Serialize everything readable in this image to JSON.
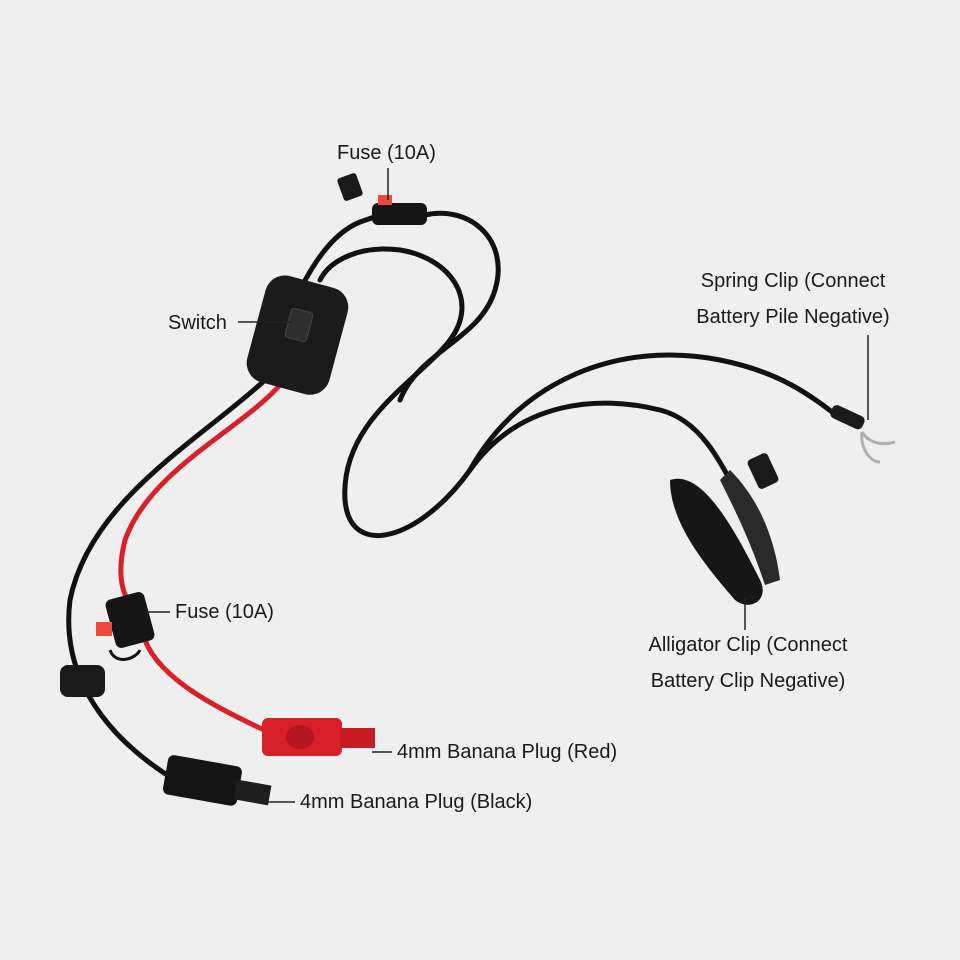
{
  "labels": {
    "fuse_top": "Fuse (10A)",
    "switch": "Switch",
    "spring_clip_line1": "Spring Clip (Connect",
    "spring_clip_line2": "Battery Pile Negative)",
    "fuse_red": "Fuse (10A)",
    "alligator_clip_line1": "Alligator Clip (Connect",
    "alligator_clip_line2": "Battery Clip Negative)",
    "banana_red": "4mm Banana Plug (Red)",
    "banana_black": "4mm Banana Plug (Black)"
  },
  "colors": {
    "background": "#efefef",
    "cable_black": "#111111",
    "cable_red": "#d8202a",
    "fuse_red": "#f0483a"
  }
}
